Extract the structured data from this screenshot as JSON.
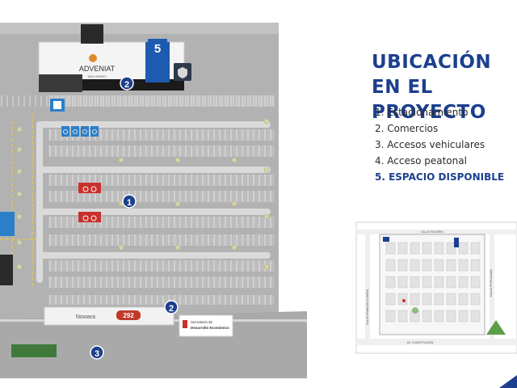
{
  "legend": {
    "title_line1": "UBICACIÓN",
    "title_line2": "EN EL PROYECTO",
    "items": [
      {
        "label": "1. Estacionamiento",
        "highlight": false
      },
      {
        "label": "2. Comercios",
        "highlight": false
      },
      {
        "label": "3. Accesos vehiculares",
        "highlight": false
      },
      {
        "label": "4. Acceso peatonal",
        "highlight": false
      },
      {
        "label": "5. ESPACIO DISPONIBLE",
        "highlight": true
      }
    ]
  },
  "plan": {
    "markers": {
      "m1": "1",
      "m2a": "2",
      "m2b": "2",
      "m3": "3",
      "m5": "5"
    },
    "store_labels": {
      "adveniat": "ADVENIAT",
      "adveniat_sub": "SAN ISIDRO",
      "nowa": "Nowara",
      "nowa_num": "292",
      "secretaria_line1": "Secretaría de",
      "secretaria_line2": "Desarrollo Económico"
    }
  },
  "mini_map": {
    "street_top": "CALLE ROSARIO",
    "street_bottom": "AV. CONSTITUCIÓN",
    "street_left": "CALLE FRANCISCO MORA",
    "street_right": "CALLE PRISCILIANO"
  },
  "colors": {
    "brand_blue": "#1c3f8e",
    "asphalt": "#b2b2b2",
    "parking_bay": "#bdbdbd",
    "curb": "#dadada",
    "line_yellow": "#e6c84a",
    "bike_red": "#c9302c",
    "disabled_blue": "#2b7fc8"
  }
}
